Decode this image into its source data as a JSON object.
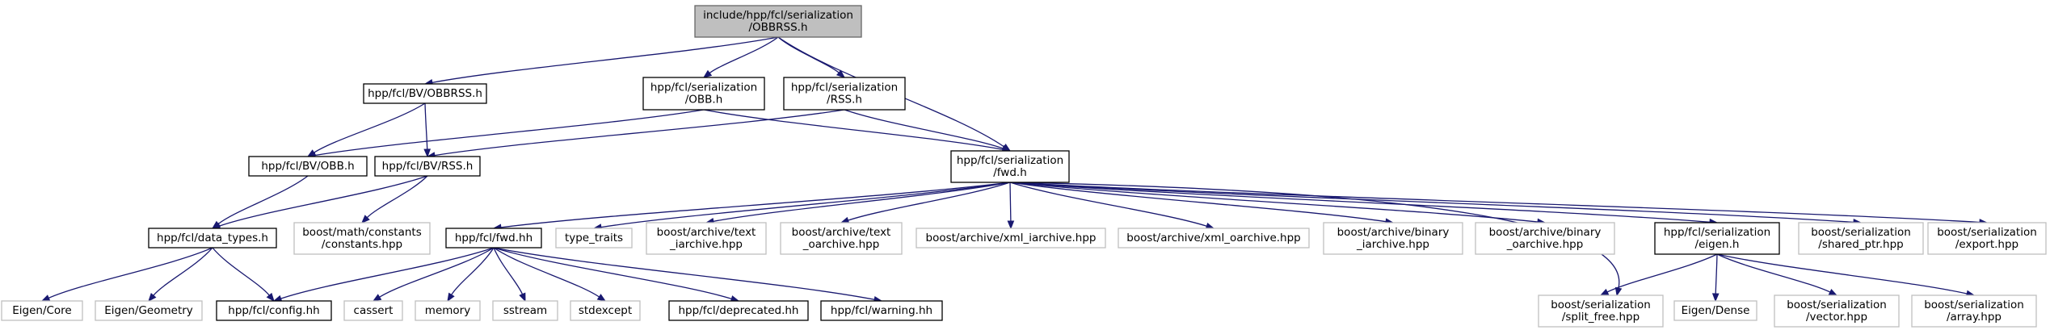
{
  "graph": {
    "title": "include/hpp/fcl/serialization/OBBRSS.h",
    "nodes": [
      {
        "id": "root",
        "lines": [
          "include/hpp/fcl/serialization",
          "/OBBRSS.h"
        ],
        "kind": "root"
      },
      {
        "id": "bv_obbrss",
        "lines": [
          "hpp/fcl/BV/OBBRSS.h"
        ],
        "kind": "file"
      },
      {
        "id": "ser_obb",
        "lines": [
          "hpp/fcl/serialization",
          "/OBB.h"
        ],
        "kind": "file"
      },
      {
        "id": "ser_rss",
        "lines": [
          "hpp/fcl/serialization",
          "/RSS.h"
        ],
        "kind": "file"
      },
      {
        "id": "ser_fwd",
        "lines": [
          "hpp/fcl/serialization",
          "/fwd.h"
        ],
        "kind": "file"
      },
      {
        "id": "bv_obb",
        "lines": [
          "hpp/fcl/BV/OBB.h"
        ],
        "kind": "file"
      },
      {
        "id": "bv_rss",
        "lines": [
          "hpp/fcl/BV/RSS.h"
        ],
        "kind": "file"
      },
      {
        "id": "data_types",
        "lines": [
          "hpp/fcl/data_types.h"
        ],
        "kind": "file"
      },
      {
        "id": "math_constants",
        "lines": [
          "boost/math/constants",
          "/constants.hpp"
        ],
        "kind": "external"
      },
      {
        "id": "fcl_fwd",
        "lines": [
          "hpp/fcl/fwd.hh"
        ],
        "kind": "file"
      },
      {
        "id": "type_traits",
        "lines": [
          "type_traits"
        ],
        "kind": "external"
      },
      {
        "id": "text_iarchive",
        "lines": [
          "boost/archive/text",
          "_iarchive.hpp"
        ],
        "kind": "external"
      },
      {
        "id": "text_oarchive",
        "lines": [
          "boost/archive/text",
          "_oarchive.hpp"
        ],
        "kind": "external"
      },
      {
        "id": "xml_iarchive",
        "lines": [
          "boost/archive/xml_iarchive.hpp"
        ],
        "kind": "external"
      },
      {
        "id": "xml_oarchive",
        "lines": [
          "boost/archive/xml_oarchive.hpp"
        ],
        "kind": "external"
      },
      {
        "id": "binary_iarchive",
        "lines": [
          "boost/archive/binary",
          "_iarchive.hpp"
        ],
        "kind": "external"
      },
      {
        "id": "binary_oarchive",
        "lines": [
          "boost/archive/binary",
          "_oarchive.hpp"
        ],
        "kind": "external"
      },
      {
        "id": "ser_eigen",
        "lines": [
          "hpp/fcl/serialization",
          "/eigen.h"
        ],
        "kind": "file"
      },
      {
        "id": "shared_ptr",
        "lines": [
          "boost/serialization",
          "/shared_ptr.hpp"
        ],
        "kind": "external"
      },
      {
        "id": "export",
        "lines": [
          "boost/serialization",
          "/export.hpp"
        ],
        "kind": "external"
      },
      {
        "id": "eigen_core",
        "lines": [
          "Eigen/Core"
        ],
        "kind": "external"
      },
      {
        "id": "eigen_geometry",
        "lines": [
          "Eigen/Geometry"
        ],
        "kind": "external"
      },
      {
        "id": "config",
        "lines": [
          "hpp/fcl/config.hh"
        ],
        "kind": "file"
      },
      {
        "id": "cassert",
        "lines": [
          "cassert"
        ],
        "kind": "external"
      },
      {
        "id": "memory",
        "lines": [
          "memory"
        ],
        "kind": "external"
      },
      {
        "id": "sstream",
        "lines": [
          "sstream"
        ],
        "kind": "external"
      },
      {
        "id": "stdexcept",
        "lines": [
          "stdexcept"
        ],
        "kind": "external"
      },
      {
        "id": "deprecated",
        "lines": [
          "hpp/fcl/deprecated.hh"
        ],
        "kind": "file"
      },
      {
        "id": "warning",
        "lines": [
          "hpp/fcl/warning.hh"
        ],
        "kind": "file"
      },
      {
        "id": "split_free",
        "lines": [
          "boost/serialization",
          "/split_free.hpp"
        ],
        "kind": "external"
      },
      {
        "id": "eigen_dense",
        "lines": [
          "Eigen/Dense"
        ],
        "kind": "external"
      },
      {
        "id": "vector",
        "lines": [
          "boost/serialization",
          "/vector.hpp"
        ],
        "kind": "external"
      },
      {
        "id": "array",
        "lines": [
          "boost/serialization",
          "/array.hpp"
        ],
        "kind": "external"
      }
    ],
    "edges": [
      {
        "from": "root",
        "to": "bv_obbrss"
      },
      {
        "from": "root",
        "to": "ser_obb"
      },
      {
        "from": "root",
        "to": "ser_rss"
      },
      {
        "from": "root",
        "to": "ser_fwd"
      },
      {
        "from": "bv_obbrss",
        "to": "bv_obb"
      },
      {
        "from": "bv_obbrss",
        "to": "bv_rss"
      },
      {
        "from": "ser_obb",
        "to": "bv_obb"
      },
      {
        "from": "ser_obb",
        "to": "ser_fwd"
      },
      {
        "from": "ser_rss",
        "to": "bv_rss"
      },
      {
        "from": "ser_rss",
        "to": "ser_fwd"
      },
      {
        "from": "bv_obb",
        "to": "data_types"
      },
      {
        "from": "bv_rss",
        "to": "data_types"
      },
      {
        "from": "bv_rss",
        "to": "math_constants"
      },
      {
        "from": "data_types",
        "to": "eigen_core"
      },
      {
        "from": "data_types",
        "to": "eigen_geometry"
      },
      {
        "from": "data_types",
        "to": "config"
      },
      {
        "from": "ser_fwd",
        "to": "fcl_fwd"
      },
      {
        "from": "ser_fwd",
        "to": "type_traits"
      },
      {
        "from": "ser_fwd",
        "to": "text_iarchive"
      },
      {
        "from": "ser_fwd",
        "to": "text_oarchive"
      },
      {
        "from": "ser_fwd",
        "to": "xml_iarchive"
      },
      {
        "from": "ser_fwd",
        "to": "xml_oarchive"
      },
      {
        "from": "ser_fwd",
        "to": "binary_iarchive"
      },
      {
        "from": "ser_fwd",
        "to": "binary_oarchive"
      },
      {
        "from": "ser_fwd",
        "to": "ser_eigen"
      },
      {
        "from": "ser_fwd",
        "to": "shared_ptr"
      },
      {
        "from": "ser_fwd",
        "to": "export"
      },
      {
        "from": "ser_fwd",
        "to": "split_free"
      },
      {
        "from": "fcl_fwd",
        "to": "config"
      },
      {
        "from": "fcl_fwd",
        "to": "cassert"
      },
      {
        "from": "fcl_fwd",
        "to": "memory"
      },
      {
        "from": "fcl_fwd",
        "to": "sstream"
      },
      {
        "from": "fcl_fwd",
        "to": "stdexcept"
      },
      {
        "from": "fcl_fwd",
        "to": "deprecated"
      },
      {
        "from": "fcl_fwd",
        "to": "warning"
      },
      {
        "from": "ser_eigen",
        "to": "split_free"
      },
      {
        "from": "ser_eigen",
        "to": "eigen_dense"
      },
      {
        "from": "ser_eigen",
        "to": "vector"
      },
      {
        "from": "ser_eigen",
        "to": "array"
      }
    ]
  }
}
